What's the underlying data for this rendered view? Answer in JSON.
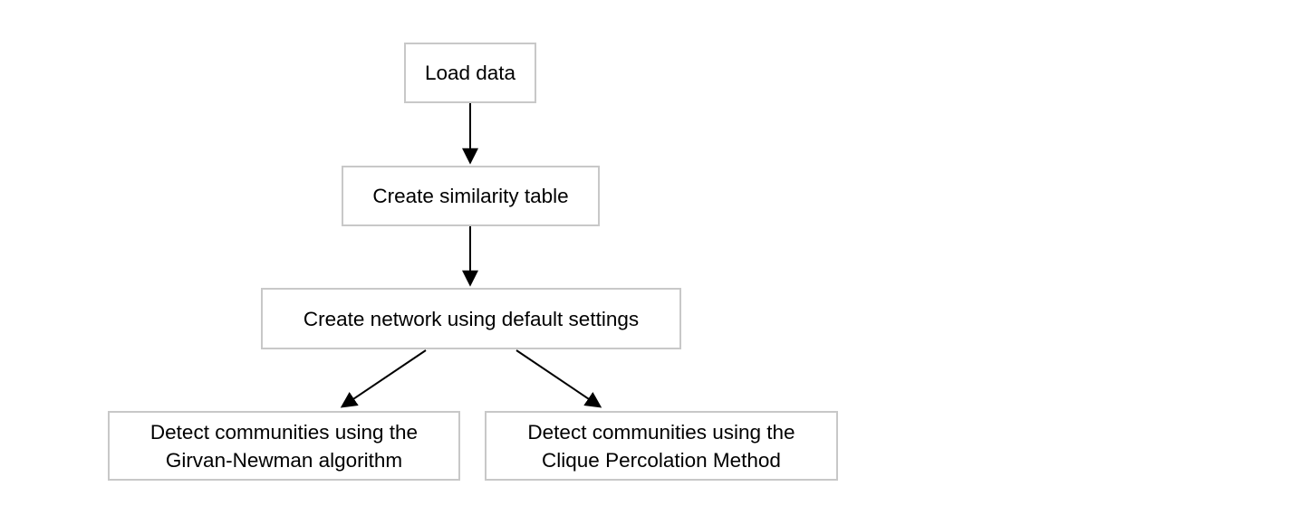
{
  "diagram": {
    "type": "flowchart",
    "background_color": "#ffffff",
    "node_fill_color": "#ffffff",
    "node_border_color": "#c8c8c8",
    "arrow_color": "#000000",
    "text_color": "#000000",
    "nodes": [
      {
        "id": "load-data",
        "label": "Load data"
      },
      {
        "id": "create-similarity-table",
        "label": "Create similarity table"
      },
      {
        "id": "create-network",
        "label": "Create network using default settings"
      },
      {
        "id": "detect-girvan-newman",
        "label": "Detect communities using the\nGirvan-Newman algorithm"
      },
      {
        "id": "detect-clique-percolation",
        "label": "Detect communities using the\nClique Percolation Method"
      }
    ],
    "edges": [
      {
        "from": "load-data",
        "to": "create-similarity-table"
      },
      {
        "from": "create-similarity-table",
        "to": "create-network"
      },
      {
        "from": "create-network",
        "to": "detect-girvan-newman"
      },
      {
        "from": "create-network",
        "to": "detect-clique-percolation"
      }
    ]
  }
}
